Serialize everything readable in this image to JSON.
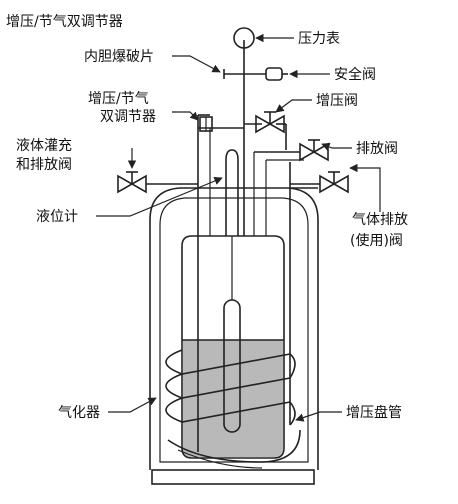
{
  "labels": {
    "dual_regulator_top": "增压/节气双调节器",
    "pressure_gauge": "压力表",
    "rupture_disc": "内胆爆破片",
    "safety_valve": "安全阀",
    "dual_regulator_line1": "增压/节气",
    "dual_regulator_line2": "双调节器",
    "boost_valve": "增压阀",
    "fill_drain_line1": "液体灌充",
    "fill_drain_line2": "和排放阀",
    "vent_valve": "排放阀",
    "gas_use_line1": "气体排放",
    "gas_use_line2": "(使用)阀",
    "level_gauge": "液位计",
    "vaporizer": "气化器",
    "boost_coil": "增压盘管"
  },
  "colors": {
    "liquid": "#b9b9b9",
    "stroke": "#222222"
  }
}
